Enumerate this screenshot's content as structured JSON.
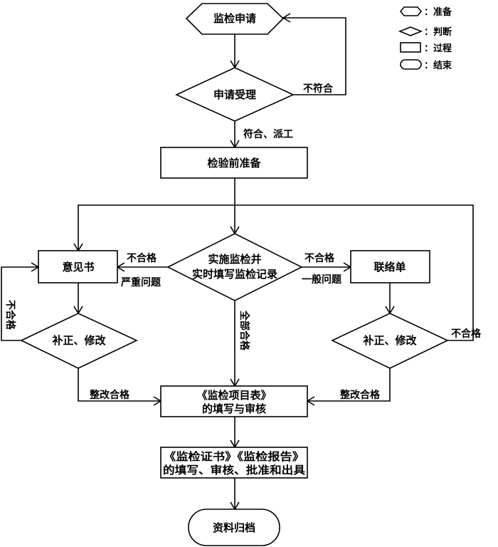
{
  "legend": [
    {
      "shape": "hexagon",
      "label": "：准备"
    },
    {
      "shape": "diamond",
      "label": "：判断"
    },
    {
      "shape": "rectangle",
      "label": "：过程"
    },
    {
      "shape": "stadium",
      "label": "：结束"
    }
  ],
  "nodes": {
    "apply": "监检申请",
    "accept": "申请受理",
    "prepare": "检验前准备",
    "inspect_line1": "实施监检并",
    "inspect_line2": "实时填写监检记录",
    "opinion": "意见书",
    "contact": "联络单",
    "fix_left": "补正、修改",
    "fix_right": "补正、修改",
    "table_line1": "《监检项目表》",
    "table_line2": "的填写与审核",
    "cert_line1": "《监检证书》《监检报告》",
    "cert_line2": "的填写、审核、批准和出具",
    "archive": "资料归档"
  },
  "edge_labels": {
    "not_conform": "不符合",
    "conform_dispatch": "符合、派工",
    "fail_serious_top": "不合格",
    "fail_serious_bottom": "严重问题",
    "fail_general_top": "不合格",
    "fail_general_bottom": "一般问题",
    "all_pass": "全部合格",
    "left_fail": "不合格",
    "right_fail": "不合格",
    "left_fixed": "整改合格",
    "right_fixed": "整改合格"
  }
}
